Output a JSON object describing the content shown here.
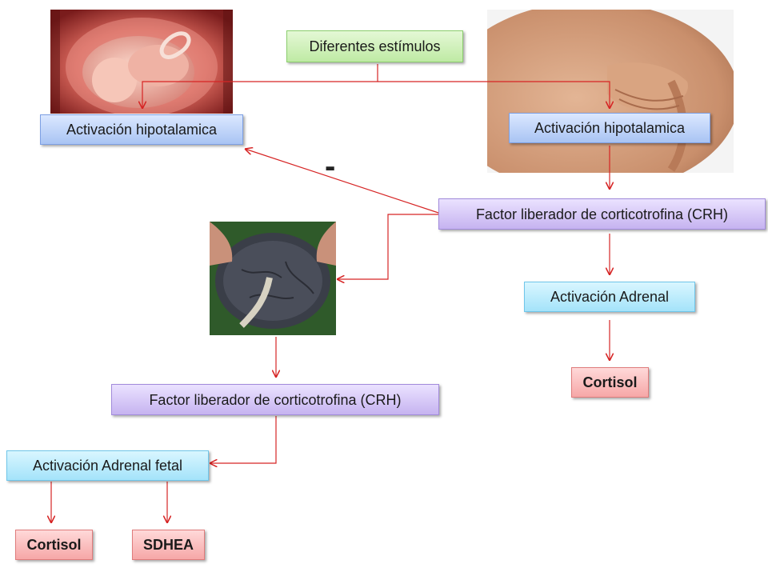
{
  "nodes": {
    "estimulos": "Diferentes estímulos",
    "hipotalamica_fetal": "Activación hipotalamica",
    "hipotalamica_materna": "Activación hipotalamica",
    "crh_materno": "Factor liberador de corticotrofina (CRH)",
    "adrenal_materna": "Activación Adrenal",
    "cortisol_materno": "Cortisol",
    "crh_placentario": "Factor liberador de corticotrofina (CRH)",
    "adrenal_fetal": "Activación Adrenal fetal",
    "cortisol_fetal": "Cortisol",
    "sdhea": "SDHEA"
  },
  "inhibition_sign": "-",
  "colors": {
    "arrow": "#d62424",
    "green": "#bfeaa4",
    "blue": "#a9c4f3",
    "purple": "#c6b3f0",
    "cyan": "#a4e3fa",
    "red": "#f6a7a7"
  },
  "images": [
    "fetus-in-womb-photo",
    "pregnant-belly-photo",
    "placenta-photo"
  ]
}
